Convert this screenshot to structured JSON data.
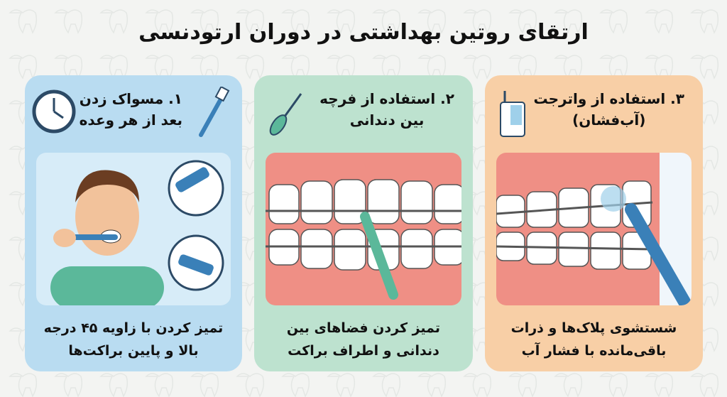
{
  "title": "ارتقای روتین بهداشتی در دوران ارتودنسی",
  "colors": {
    "card1": "#b9dcf1",
    "card2": "#bde2cf",
    "card3": "#f8cfa6",
    "gum": "#ef8f85"
  },
  "cards": [
    {
      "heading_line1": "۱. مسواک زدن",
      "heading_line2": "بعد از هر وعده",
      "icons": [
        "clock-icon",
        "toothbrush-icon"
      ],
      "desc_line1": "تمیز کردن با زاویه ۴۵ درجه",
      "desc_line2": "بالا و پایین براکت‌ها"
    },
    {
      "heading_line1": "۲. استفاده از فرچه",
      "heading_line2": "بین دندانی",
      "icons": [
        "interdental-brush-icon"
      ],
      "desc_line1": "تمیز کردن فضاهای بین",
      "desc_line2": "دندانی و اطراف براکت"
    },
    {
      "heading_line1": "۳. استفاده از واترجت",
      "heading_line2": "(آب‌فشان)",
      "icons": [
        "water-flosser-icon"
      ],
      "desc_line1": "شستشوی پلاک‌ها و ذرات",
      "desc_line2": "باقی‌مانده با فشار آب"
    }
  ]
}
